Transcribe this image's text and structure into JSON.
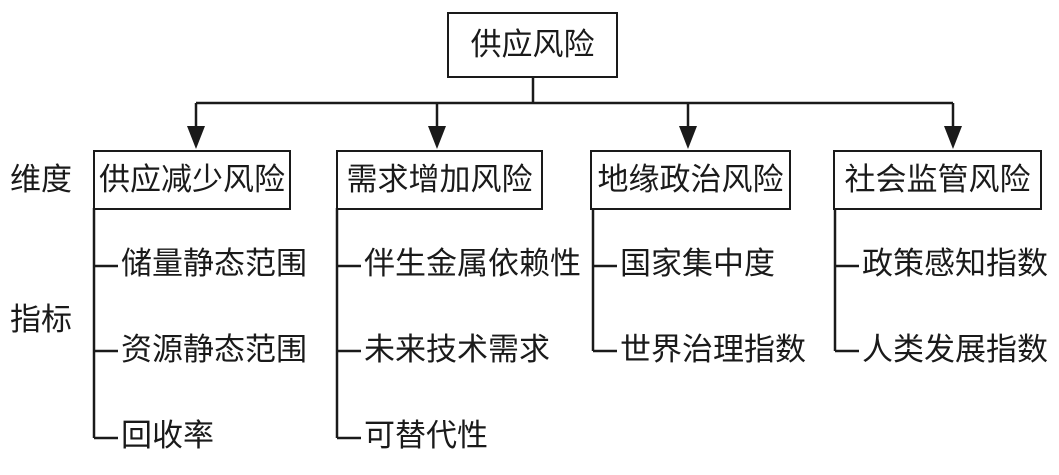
{
  "root": {
    "label": "供应风险"
  },
  "side_labels": {
    "dimension": "维度",
    "indicator": "指标"
  },
  "categories": [
    {
      "label": "供应减少风险",
      "indicators": [
        "储量静态范围",
        "资源静态范围",
        "回收率"
      ]
    },
    {
      "label": "需求增加风险",
      "indicators": [
        "伴生金属依赖性",
        "未来技术需求",
        "可替代性"
      ]
    },
    {
      "label": "地缘政治风险",
      "indicators": [
        "国家集中度",
        "世界治理指数"
      ]
    },
    {
      "label": "社会监管风险",
      "indicators": [
        "政策感知指数",
        "人类发展指数"
      ]
    }
  ]
}
